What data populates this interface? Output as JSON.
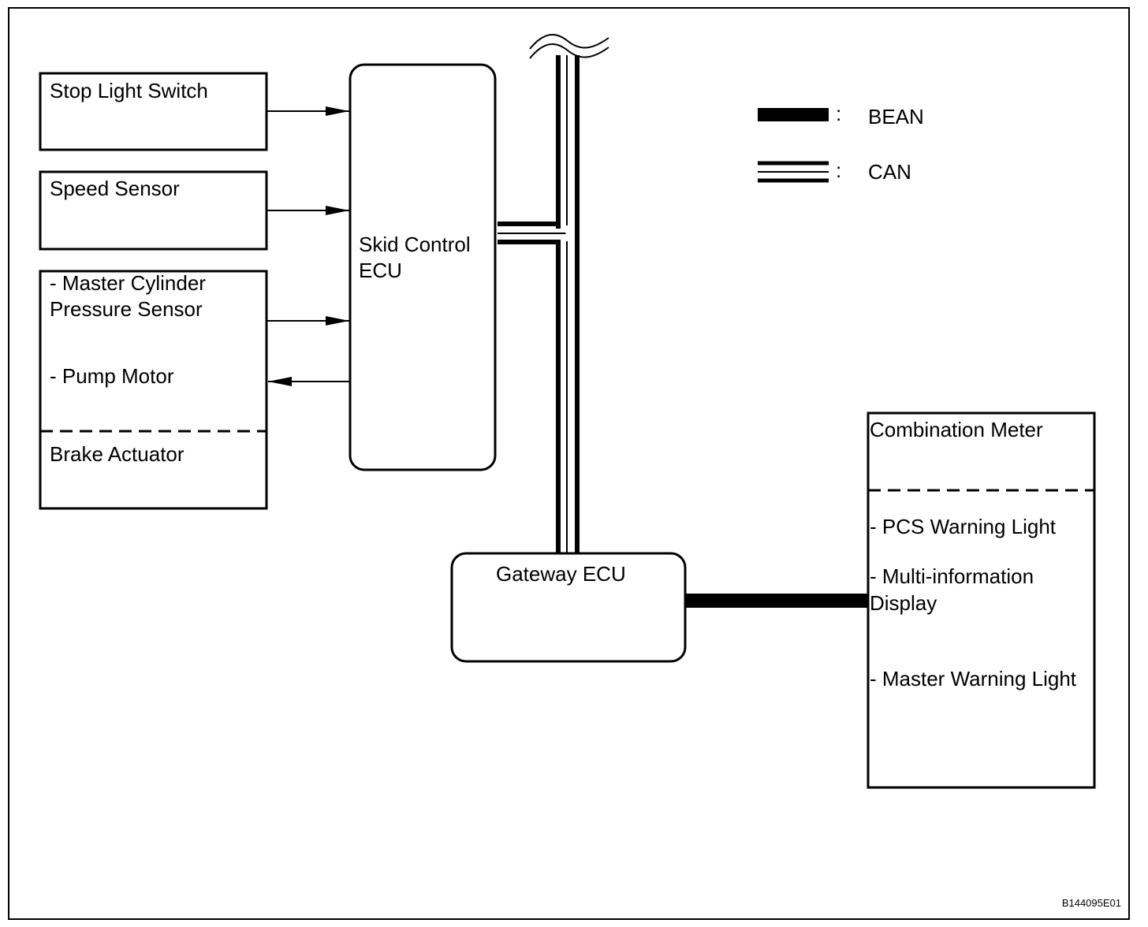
{
  "boxes": {
    "stop_light_switch": "Stop Light Switch",
    "speed_sensor": "Speed Sensor",
    "brake_actuator": {
      "line1": "- Master Cylinder",
      "line2": "Pressure Sensor",
      "line3": "- Pump Motor",
      "line4": "Brake Actuator"
    },
    "skid_control_ecu": {
      "line1": "Skid Control",
      "line2": "ECU"
    },
    "gateway_ecu": "Gateway ECU",
    "combination_meter": {
      "title": "Combination Meter",
      "item1": "- PCS Warning Light",
      "item2a": "- Multi-information",
      "item2b": "Display",
      "item3": "- Master Warning Light"
    }
  },
  "legend": {
    "bean": {
      "colon": ":",
      "label": "BEAN"
    },
    "can": {
      "colon": ":",
      "label": "CAN"
    }
  },
  "figure_id": "B144095E01",
  "colors": {
    "line": "#000000",
    "background": "#ffffff"
  }
}
